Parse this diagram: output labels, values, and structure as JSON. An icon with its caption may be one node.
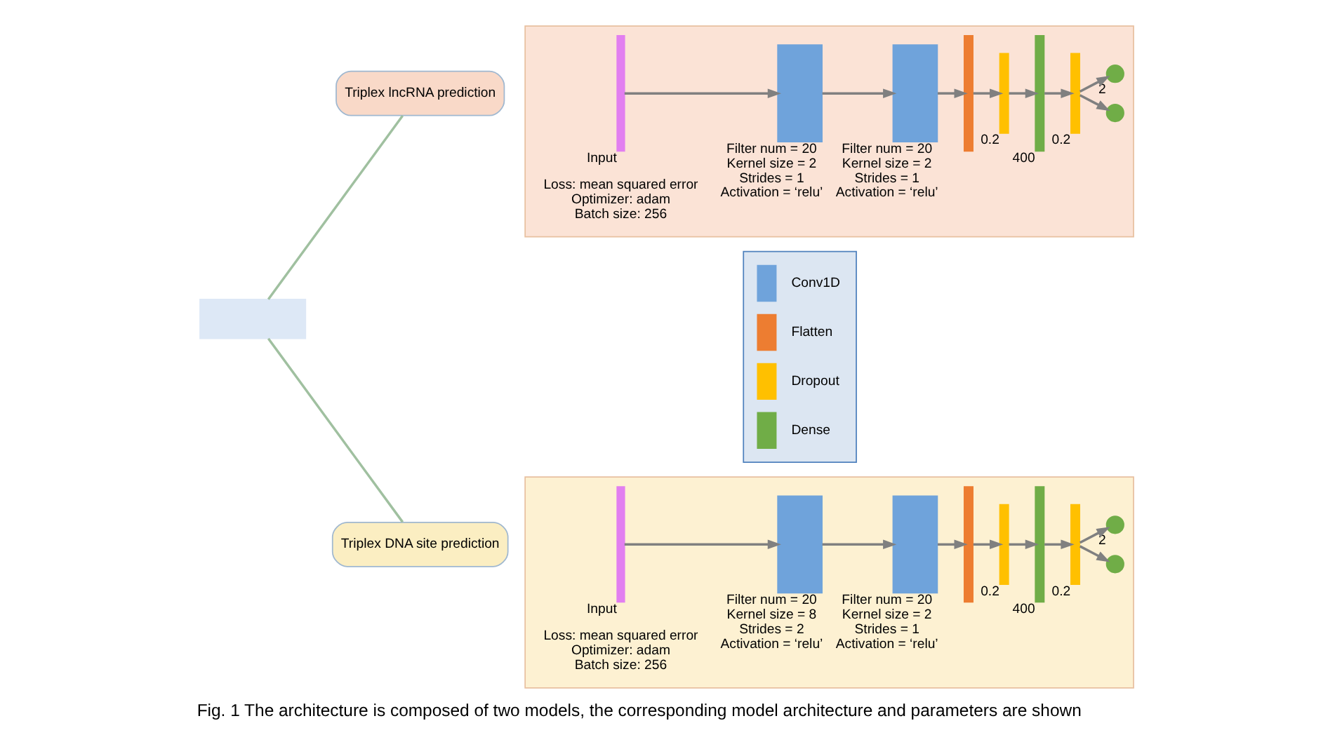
{
  "diagram": {
    "caption": "Fig. 1 The architecture is composed of two models, the corresponding model architecture and parameters are shown",
    "nodes": [
      {
        "text": [],
        "shape": "box"
      },
      {
        "text": [
          "Triplex lncRNA prediction"
        ]
      },
      {
        "text": [
          "Triplex DNA site prediction"
        ]
      },
      {
        "text": [],
        "shape": "box"
      },
      {
        "text": [],
        "shape": "bar",
        "in": 3,
        "beside": [
          "Input"
        ]
      },
      {
        "text": [],
        "shape": "box",
        "in": 3,
        "beside": [
          "Filter num = 20",
          "Kernel size = 2",
          "Strides = 1",
          "Activation = ‘relu’"
        ]
      },
      {
        "text": [],
        "shape": "box",
        "in": 3,
        "beside": [
          "Filter num = 20",
          "Kernel size = 2",
          "Strides = 1",
          "Activation = ‘relu’"
        ]
      },
      {
        "text": [],
        "shape": "bar",
        "in": 3
      },
      {
        "text": [],
        "shape": "bar",
        "in": 3,
        "beside": [
          "0.2"
        ]
      },
      {
        "text": [],
        "shape": "bar",
        "in": 3,
        "beside": [
          "400"
        ]
      },
      {
        "text": [],
        "shape": "bar",
        "in": 3,
        "beside": [
          "0.2"
        ]
      },
      {
        "text": [],
        "shape": "circle",
        "in": 3
      },
      {
        "text": [],
        "shape": "circle",
        "in": 3,
        "beside": [
          "2"
        ]
      },
      {
        "text": [
          "Loss: mean squared error",
          "Optimizer: adam",
          "Batch size: 256"
        ],
        "in": 3
      },
      {
        "text": [],
        "shape": "box"
      },
      {
        "text": [],
        "shape": "bar",
        "in": 14,
        "beside": [
          "Input"
        ]
      },
      {
        "text": [],
        "shape": "box",
        "in": 14,
        "beside": [
          "Filter num = 20",
          "Kernel size = 8",
          "Strides = 2",
          "Activation = ‘relu’"
        ]
      },
      {
        "text": [],
        "shape": "box",
        "in": 14,
        "beside": [
          "Filter num = 20",
          "Kernel size = 2",
          "Strides = 1",
          "Activation = ‘relu’"
        ]
      },
      {
        "text": [],
        "shape": "bar",
        "in": 14
      },
      {
        "text": [],
        "shape": "bar",
        "in": 14,
        "beside": [
          "0.2"
        ]
      },
      {
        "text": [],
        "shape": "bar",
        "in": 14,
        "beside": [
          "400"
        ]
      },
      {
        "text": [],
        "shape": "bar",
        "in": 14,
        "beside": [
          "0.2"
        ]
      },
      {
        "text": [],
        "shape": "circle",
        "in": 14
      },
      {
        "text": [],
        "shape": "circle",
        "in": 14,
        "beside": [
          "2"
        ]
      },
      {
        "text": [
          "Loss: mean squared error",
          "Optimizer: adam",
          "Batch size: 256"
        ],
        "in": 14
      }
    ],
    "edges": [
      {
        "from": 0,
        "to": 1,
        "arrow": "none"
      },
      {
        "from": 0,
        "to": 2,
        "arrow": "none"
      },
      {
        "from": 4,
        "to": 5,
        "arrow": "to"
      },
      {
        "from": 5,
        "to": 6,
        "arrow": "to"
      },
      {
        "from": 6,
        "to": 7,
        "arrow": "to"
      },
      {
        "from": 7,
        "to": 8,
        "arrow": "to"
      },
      {
        "from": 8,
        "to": 9,
        "arrow": "to"
      },
      {
        "from": 9,
        "to": 10,
        "arrow": "to"
      },
      {
        "from": 10,
        "to": 11,
        "arrow": "to"
      },
      {
        "from": 10,
        "to": 12,
        "arrow": "to"
      },
      {
        "from": 15,
        "to": 16,
        "arrow": "to"
      },
      {
        "from": 16,
        "to": 17,
        "arrow": "to"
      },
      {
        "from": 17,
        "to": 18,
        "arrow": "to"
      },
      {
        "from": 18,
        "to": 19,
        "arrow": "to"
      },
      {
        "from": 19,
        "to": 20,
        "arrow": "to"
      },
      {
        "from": 20,
        "to": 21,
        "arrow": "to"
      },
      {
        "from": 21,
        "to": 22,
        "arrow": "to"
      },
      {
        "from": 21,
        "to": 23,
        "arrow": "to"
      }
    ],
    "legend": [
      {
        "text": "Conv1D"
      },
      {
        "text": "Flatten",
        "color": "#ed7d31"
      },
      {
        "text": "Dropout",
        "color": "#ffc000"
      },
      {
        "text": "Dense",
        "color": "#70ad47"
      }
    ]
  }
}
